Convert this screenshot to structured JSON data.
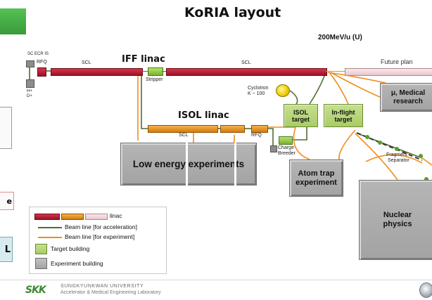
{
  "title": "KoRIA layout",
  "beam_energy": "200MeV/u (U)",
  "labels": {
    "ecr_is": "SC ECR IS",
    "rfq_top": "RFQ",
    "scl_short": "SCL",
    "iff_linac": "IFF linac",
    "scl_long": "SCL",
    "future_plan": "Future plan",
    "stripper": "Stripper",
    "h_plus": "H+",
    "d_plus": "D+",
    "cyclotron_line1": "Cyclotron",
    "cyclotron_line2": "K ~ 100",
    "isol_linac": "ISOL linac",
    "scl_isol": "SCL",
    "rfq_isol": "RFQ",
    "charge_breeder_line1": "Charge",
    "charge_breeder_line2": "Breeder",
    "fragment_separator_line1": "Fragment",
    "fragment_separator_line2": "Separator"
  },
  "boxes": {
    "isol_target": "ISOL target",
    "inflight_target": "In-flight target",
    "low_energy": "Low energy experiments",
    "atom_trap": "Atom trap experiment",
    "nuclear_physics": "Nuclear physics",
    "mu_medical": "μ, Medical research"
  },
  "legend": {
    "linac": "linac",
    "beam_accel": "Beam line [for acceleration]",
    "beam_exp": "Beam line [for experiment]",
    "target_building": "Target building",
    "experiment_building": "Experiment building"
  },
  "footer": {
    "logo_text": "SKK",
    "university": "SUNGKYUNKWAN UNIVERSITY",
    "lab": "Accelerator & Medical Engineering Laboratory"
  },
  "left_edge": {
    "fragment_1": "e",
    "fragment_2": "L"
  },
  "colors": {
    "linac_red": "#b3182e",
    "linac_orange": "#e8921f",
    "linac_future": "#f0d6dc",
    "beam_accel": "#556b2f",
    "beam_exp": "#f08c1e",
    "target_green": "#a9cc67",
    "experiment_gray": "#aaaaaa",
    "header_green": "#4cae4c"
  }
}
